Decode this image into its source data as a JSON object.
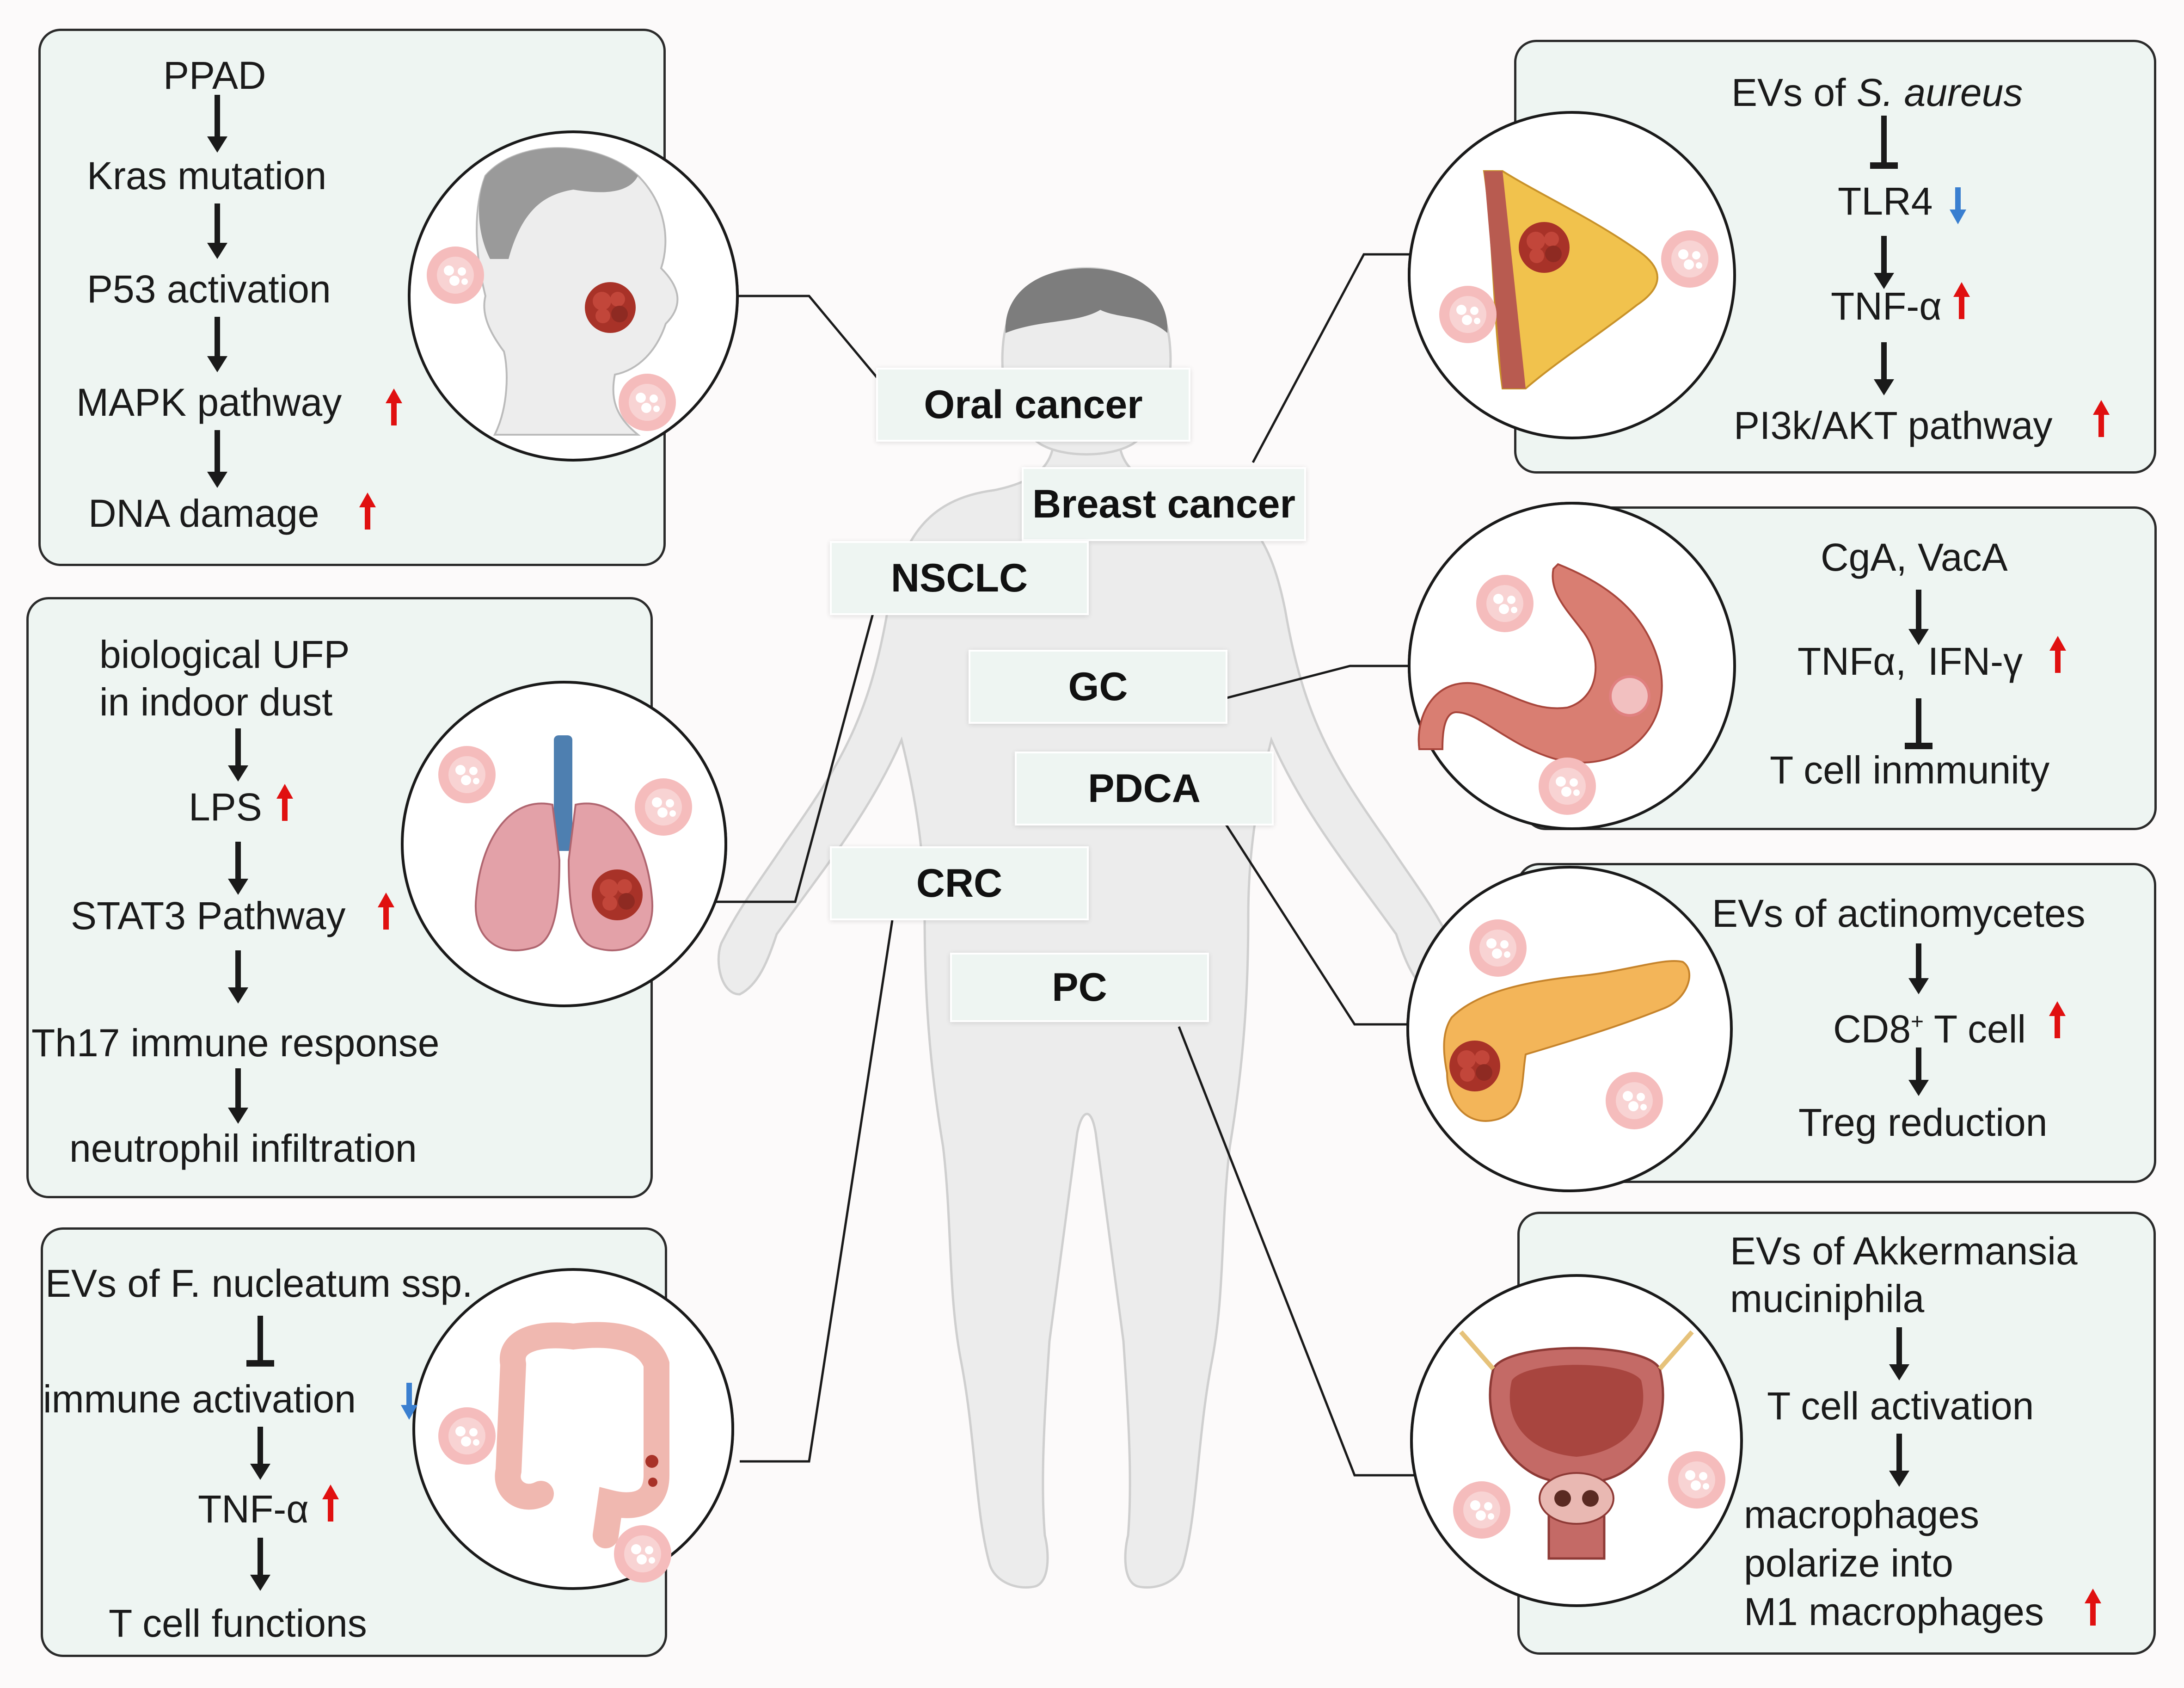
{
  "cancers": {
    "oral": "Oral cancer",
    "breast": "Breast cancer",
    "nsclc": "NSCLC",
    "gc": "GC",
    "pdca": "PDCA",
    "crc": "CRC",
    "pc": "PC"
  },
  "oral_panel": {
    "steps": [
      "PPAD",
      "Kras mutation",
      "P53 activation",
      "MAPK pathway",
      "DNA damage"
    ],
    "changes": [
      "",
      "",
      "",
      "up",
      "up"
    ],
    "organ_icon": "head-with-oral-tumor"
  },
  "nsclc_panel": {
    "source_line1": "biological UFP",
    "source_line2": "in indoor dust",
    "steps": [
      "LPS",
      "STAT3 Pathway",
      "Th17 immune response",
      "neutrophil infiltration"
    ],
    "changes": [
      "up",
      "up",
      "",
      ""
    ],
    "organ_icon": "lungs-with-tumor"
  },
  "crc_panel": {
    "steps": [
      "EVs of F. nucleatum ssp.",
      "immune activation",
      "TNF-α",
      "T cell functions"
    ],
    "links": [
      "inhibits",
      "promotes",
      "promotes"
    ],
    "changes": [
      "",
      "down",
      "up",
      ""
    ],
    "organ_icon": "colon-with-tumor"
  },
  "breast_panel": {
    "source_prefix": "EVs of ",
    "source_species": "S. aureus",
    "steps": [
      "TLR4",
      "TNF-α",
      "PI3k/AKT pathway"
    ],
    "links": [
      "inhibits",
      "promotes",
      "promotes"
    ],
    "changes": [
      "down",
      "up",
      "up"
    ],
    "organ_icon": "breast-with-tumor"
  },
  "gc_panel": {
    "source": "CgA, VacA",
    "mid": "TNFα,  IFN-γ",
    "end": "T cell inmmunity",
    "links": [
      "promotes",
      "inhibits"
    ],
    "changes": [
      "up"
    ],
    "organ_icon": "stomach-with-tumor"
  },
  "pdca_panel": {
    "source": "EVs of actinomycetes",
    "cd8_base": "CD8",
    "cd8_sup": "+",
    "cd8_rest": " T cell",
    "end": "Treg reduction",
    "changes": [
      "up"
    ],
    "organ_icon": "pancreas-with-tumor"
  },
  "pc_panel": {
    "source_line1": "EVs of Akkermansia",
    "source_line2": "muciniphila",
    "step": "T cell activation",
    "end_lines": [
      "macrophages",
      "polarize into",
      "M1 macrophages"
    ],
    "changes": [
      "up"
    ],
    "organ_icon": "prostate-bladder"
  },
  "colors": {
    "panel_fill": "#eef5f2",
    "up_arrow": "#e01010",
    "down_arrow": "#3a7fd0",
    "body_fill": "#ececec",
    "tumor": "#a83228",
    "vesicle": "#f5bcbc"
  }
}
